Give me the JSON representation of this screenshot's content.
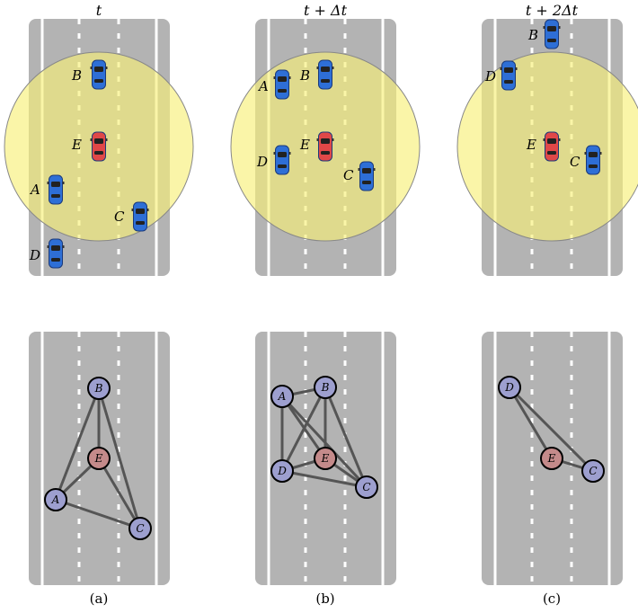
{
  "panels": [
    {
      "time": "t",
      "caption": "(a)",
      "vehicles": [
        {
          "id": "B",
          "ego": false
        },
        {
          "id": "E",
          "ego": true
        },
        {
          "id": "A",
          "ego": false
        },
        {
          "id": "C",
          "ego": false
        },
        {
          "id": "D",
          "ego": false
        }
      ],
      "graph_nodes": [
        {
          "id": "B",
          "ego": false
        },
        {
          "id": "E",
          "ego": true
        },
        {
          "id": "A",
          "ego": false
        },
        {
          "id": "C",
          "ego": false
        }
      ],
      "edges": [
        [
          "B",
          "E"
        ],
        [
          "B",
          "A"
        ],
        [
          "B",
          "C"
        ],
        [
          "E",
          "A"
        ],
        [
          "E",
          "C"
        ],
        [
          "A",
          "C"
        ]
      ]
    },
    {
      "time": "t + Δt",
      "caption": "(b)",
      "vehicles": [
        {
          "id": "A",
          "ego": false
        },
        {
          "id": "B",
          "ego": false
        },
        {
          "id": "E",
          "ego": true
        },
        {
          "id": "D",
          "ego": false
        },
        {
          "id": "C",
          "ego": false
        }
      ],
      "graph_nodes": [
        {
          "id": "A",
          "ego": false
        },
        {
          "id": "B",
          "ego": false
        },
        {
          "id": "E",
          "ego": true
        },
        {
          "id": "D",
          "ego": false
        },
        {
          "id": "C",
          "ego": false
        }
      ],
      "edges": [
        [
          "A",
          "B"
        ],
        [
          "A",
          "E"
        ],
        [
          "A",
          "D"
        ],
        [
          "A",
          "C"
        ],
        [
          "B",
          "E"
        ],
        [
          "B",
          "D"
        ],
        [
          "B",
          "C"
        ],
        [
          "E",
          "D"
        ],
        [
          "E",
          "C"
        ],
        [
          "D",
          "C"
        ]
      ]
    },
    {
      "time": "t + 2Δt",
      "caption": "(c)",
      "vehicles": [
        {
          "id": "B",
          "ego": false
        },
        {
          "id": "D",
          "ego": false
        },
        {
          "id": "E",
          "ego": true
        },
        {
          "id": "C",
          "ego": false
        }
      ],
      "graph_nodes": [
        {
          "id": "D",
          "ego": false
        },
        {
          "id": "E",
          "ego": true
        },
        {
          "id": "C",
          "ego": false
        }
      ],
      "edges": [
        [
          "D",
          "E"
        ],
        [
          "D",
          "C"
        ],
        [
          "E",
          "C"
        ]
      ]
    }
  ],
  "colors": {
    "road": "#b3b3b3",
    "lane_marking": "#ffffff",
    "sensing_area": "#f2ee7a",
    "vehicle": "#2e6fd6",
    "ego_vehicle": "#e04848",
    "node_fill": "#9d9fcf",
    "ego_node_fill": "#c48a8a",
    "edge": "#555555"
  }
}
